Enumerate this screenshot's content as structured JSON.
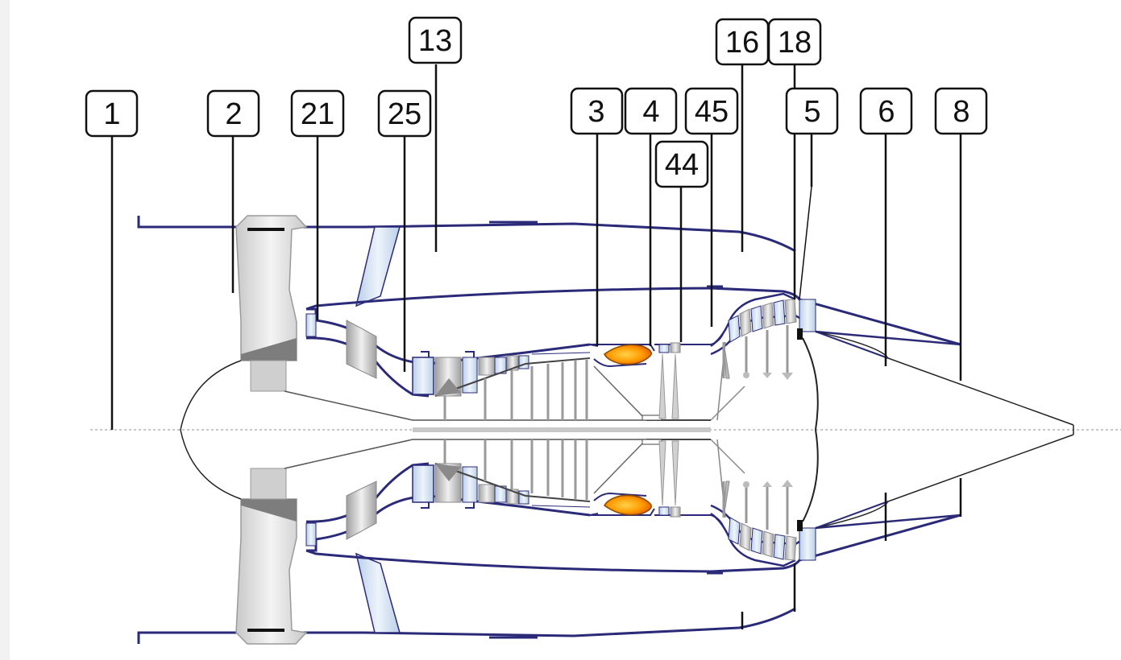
{
  "diagram": {
    "labels": [
      {
        "id": "1",
        "text": "1"
      },
      {
        "id": "2",
        "text": "2"
      },
      {
        "id": "21",
        "text": "21"
      },
      {
        "id": "25",
        "text": "25"
      },
      {
        "id": "13",
        "text": "13"
      },
      {
        "id": "3",
        "text": "3"
      },
      {
        "id": "4",
        "text": "4"
      },
      {
        "id": "45",
        "text": "45"
      },
      {
        "id": "44",
        "text": "44"
      },
      {
        "id": "16",
        "text": "16"
      },
      {
        "id": "18",
        "text": "18"
      },
      {
        "id": "5",
        "text": "5"
      },
      {
        "id": "6",
        "text": "6"
      },
      {
        "id": "8",
        "text": "8"
      }
    ],
    "colors": {
      "outline": "#2b2a78",
      "flame_outer": "#e86a00",
      "flame_inner": "#ffb000",
      "blade_light": "#e6e6e6",
      "blade_dark": "#8c8c8c",
      "duct_glass": "#d8e6f5"
    }
  }
}
